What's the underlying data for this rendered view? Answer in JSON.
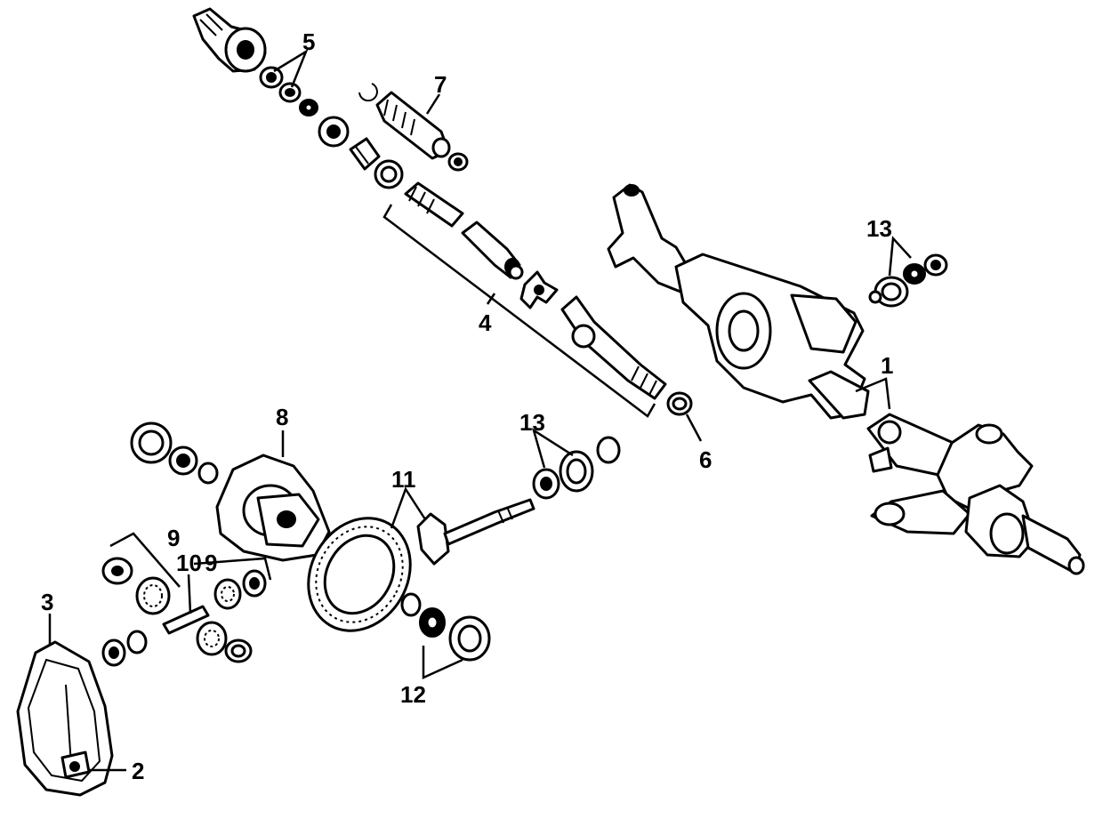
{
  "callouts": {
    "c1": "1",
    "c2": "2",
    "c3": "3",
    "c4": "4",
    "c5": "5",
    "c6": "6",
    "c7": "7",
    "c8": "8",
    "c9a": "9",
    "c9b": "9",
    "c10": "10",
    "c11": "11",
    "c12": "12",
    "c13a": "13",
    "c13b": "13"
  },
  "colors": {
    "ink": "#000000",
    "paper": "#ffffff"
  }
}
